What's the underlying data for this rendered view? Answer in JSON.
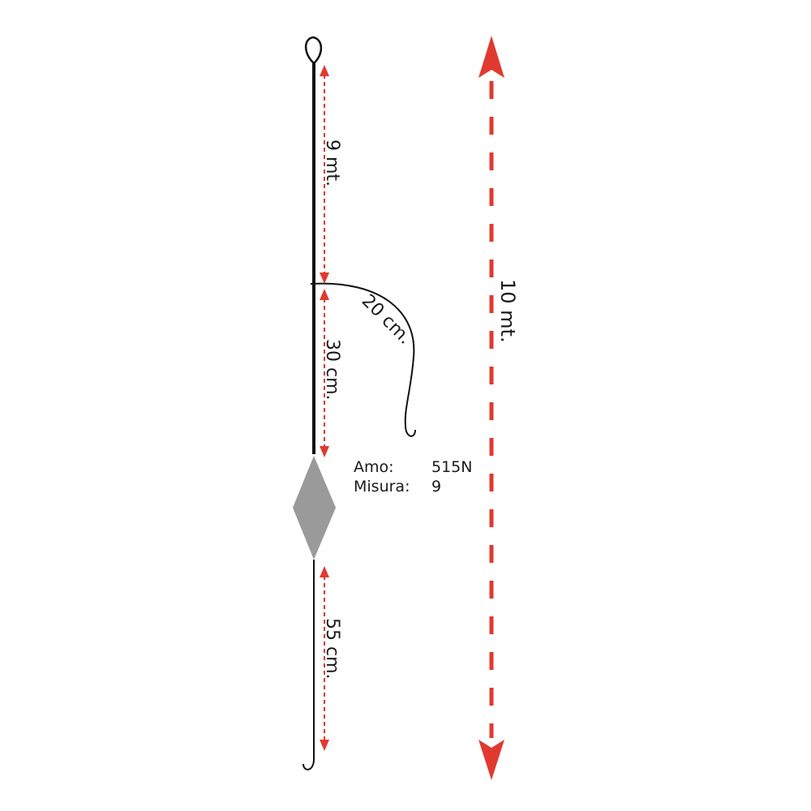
{
  "measurements": {
    "main_line": "9 mt.",
    "dropper": "20 cm.",
    "lower_line": "30 cm.",
    "tail": "55 cm.",
    "total": "10 mt."
  },
  "hook_info": {
    "hook_label": "Amo:",
    "hook_value": "515N",
    "size_label": "Misura:",
    "size_value": "9"
  },
  "colors": {
    "line": "#111111",
    "arrow": "#e03a2f",
    "sinker": "#9a9a9a"
  }
}
